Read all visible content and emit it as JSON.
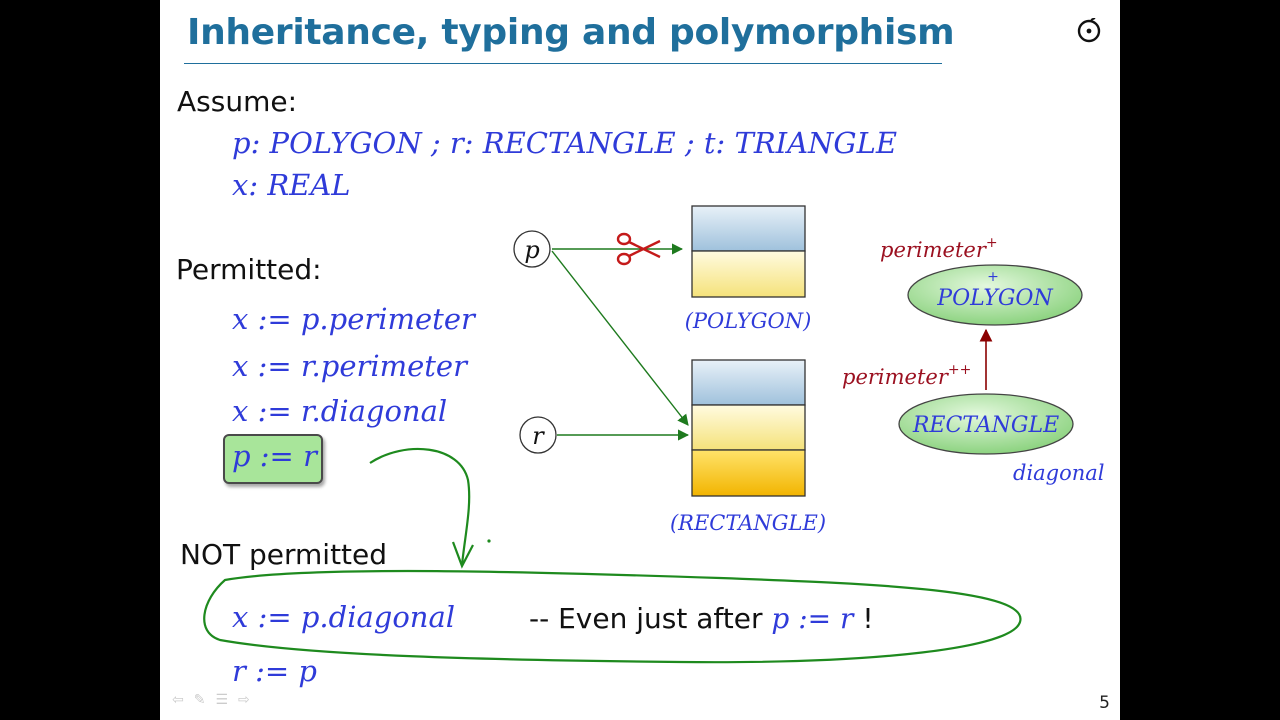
{
  "title": "Inheritance, typing and polymorphism",
  "assume": {
    "heading": "Assume:",
    "line1": "p: POLYGON ; r: RECTANGLE ; t: TRIANGLE",
    "line2": "x: REAL"
  },
  "permitted": {
    "heading": "Permitted:",
    "items": [
      "x := p.perimeter",
      "x := r.perimeter",
      "x := r.diagonal",
      "p := r"
    ]
  },
  "not_permitted": {
    "heading": "NOT permitted",
    "items": [
      "x := p.diagonal",
      "r := p"
    ],
    "comment_prefix": "-- Even just after",
    "comment_code": "p := r",
    "comment_suffix": "!"
  },
  "diagram": {
    "ref_p": "p",
    "ref_r": "r",
    "polygon_label": "(POLYGON)",
    "rectangle_label": "(RECTANGLE)",
    "class_polygon": "POLYGON",
    "class_rectangle": "RECTANGLE",
    "polygon_marker": "+",
    "feature_perimeter_poly": "perimeter",
    "feature_perimeter_poly_mark": "+",
    "feature_perimeter_rect": "perimeter",
    "feature_perimeter_rect_mark": "++",
    "feature_diagonal": "diagonal"
  },
  "colors": {
    "title": "#1f6f9c",
    "code": "#2f3bd9",
    "feature": "#9b1020",
    "arrow": "#1e7a1e",
    "inherit_arrow": "#8b0000",
    "ellipse_fill": "#a8e59a",
    "box_top": "#b9d3e6",
    "box_mid": "#fbf3a3",
    "box_low": "#ffc824"
  },
  "page_number": "5"
}
